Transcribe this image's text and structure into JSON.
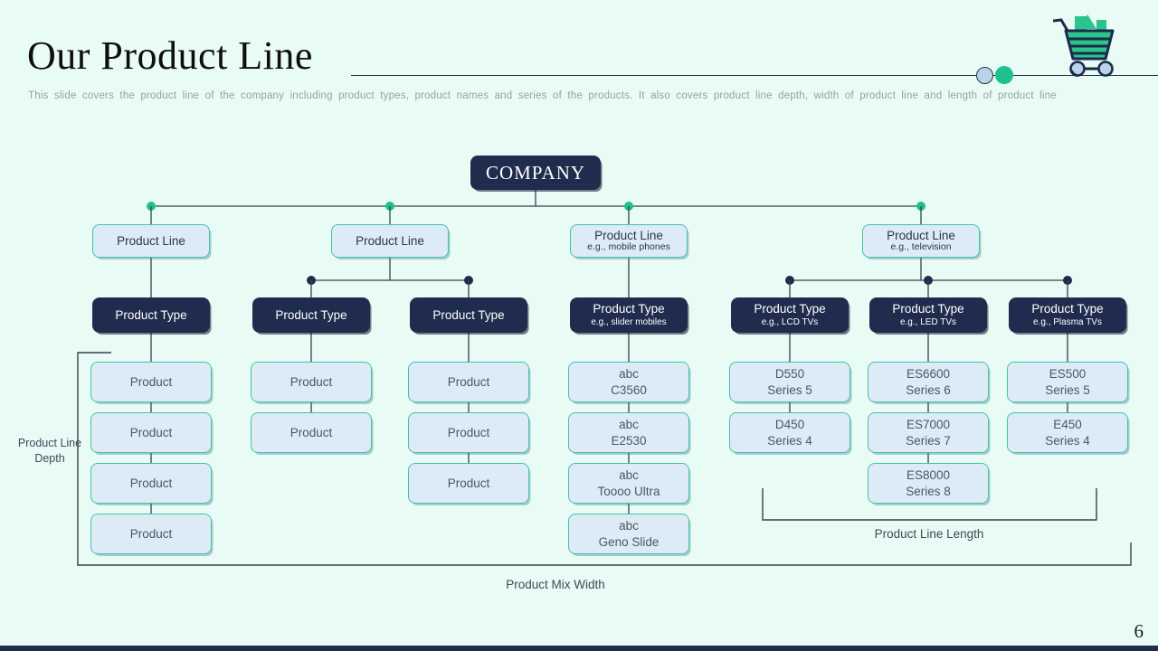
{
  "slide": {
    "title": "Our Product Line",
    "subtitle": "This slide covers the product line of the company including product types,  product names and series of the products. It also covers  product line depth, width of product line and length of product line",
    "page_number": "6",
    "header_icon": "shopping-cart"
  },
  "colors": {
    "background": "#e8fbf5",
    "accent_teal": "#1fc08f",
    "navy": "#1f2c4d",
    "box_fill": "#dcebf6",
    "box_border": "#43c3a8",
    "wire": "#33424e"
  },
  "diagram": {
    "root": {
      "label": "COMPANY"
    },
    "branches": [
      {
        "line": {
          "label": "Product Line",
          "sub": ""
        },
        "types": [
          {
            "label": "Product Type",
            "sub": "",
            "products": [
              [
                "Product"
              ],
              [
                "Product"
              ],
              [
                "Product"
              ],
              [
                "Product"
              ]
            ]
          }
        ]
      },
      {
        "line": {
          "label": "Product Line",
          "sub": ""
        },
        "types": [
          {
            "label": "Product Type",
            "sub": "",
            "products": [
              [
                "Product"
              ],
              [
                "Product"
              ]
            ]
          },
          {
            "label": "Product Type",
            "sub": "",
            "products": [
              [
                "Product"
              ],
              [
                "Product"
              ],
              [
                "Product"
              ]
            ]
          }
        ]
      },
      {
        "line": {
          "label": "Product Line",
          "sub": "e.g., mobile phones"
        },
        "types": [
          {
            "label": "Product Type",
            "sub": "e.g., slider mobiles",
            "products": [
              [
                "abc",
                "C3560"
              ],
              [
                "abc",
                "E2530"
              ],
              [
                "abc",
                "Toooo Ultra"
              ],
              [
                "abc",
                "Geno Slide"
              ]
            ]
          }
        ]
      },
      {
        "line": {
          "label": "Product Line",
          "sub": "e.g., television"
        },
        "types": [
          {
            "label": "Product Type",
            "sub": "e.g., LCD TVs",
            "products": [
              [
                "D550",
                "Series 5"
              ],
              [
                "D450",
                "Series 4"
              ]
            ]
          },
          {
            "label": "Product Type",
            "sub": "e.g., LED TVs",
            "products": [
              [
                "ES6600",
                "Series 6"
              ],
              [
                "ES7000",
                "Series 7"
              ],
              [
                "ES8000",
                "Series 8"
              ]
            ]
          },
          {
            "label": "Product Type",
            "sub": "e.g., Plasma TVs",
            "products": [
              [
                "ES500",
                "Series 5"
              ],
              [
                "E450",
                "Series 4"
              ]
            ]
          }
        ]
      }
    ],
    "annotations": {
      "depth": "Product Line Depth",
      "mix_width": "Product Mix Width",
      "line_length": "Product Line Length"
    }
  }
}
